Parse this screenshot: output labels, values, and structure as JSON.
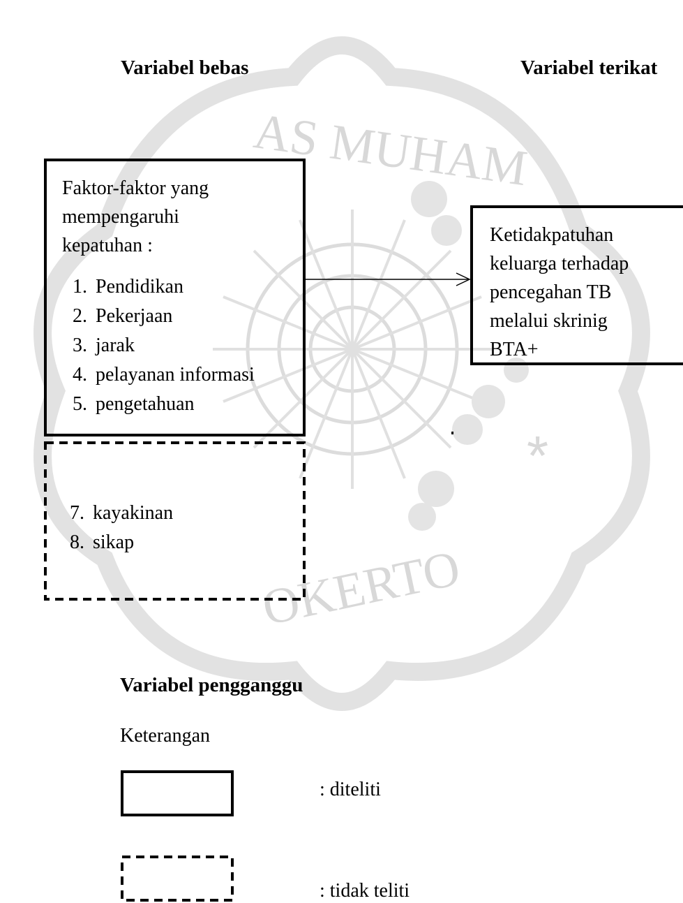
{
  "headings": {
    "independent": "Variabel bebas",
    "dependent": "Variabel terikat",
    "confounding": "Variabel pengganggu"
  },
  "independent_box": {
    "intro_lines": [
      "Faktor-faktor yang",
      "mempengaruhi",
      "kepatuhan :"
    ],
    "items": [
      {
        "num": "1.",
        "label": "Pendidikan"
      },
      {
        "num": "2.",
        "label": "Pekerjaan"
      },
      {
        "num": "3.",
        "label": "jarak"
      },
      {
        "num": "4.",
        "label": "pelayanan informasi"
      },
      {
        "num": "5.",
        "label": "pengetahuan"
      }
    ]
  },
  "confounding_box": {
    "items": [
      {
        "num": "7.",
        "label": "kayakinan"
      },
      {
        "num": "8.",
        "label": "sikap"
      }
    ]
  },
  "dependent_box": {
    "lines": [
      "Ketidakpatuhan",
      "keluarga terhadap",
      "pencegahan TB",
      "melalui skrinig",
      "BTA+"
    ]
  },
  "legend": {
    "title": "Keterangan",
    "solid_label": ": diteliti",
    "dashed_label": ": tidak teliti"
  },
  "watermark": {
    "text_top": "AS MUHAM",
    "text_bottom": "OKERTO",
    "color": "#d6d6d6"
  }
}
